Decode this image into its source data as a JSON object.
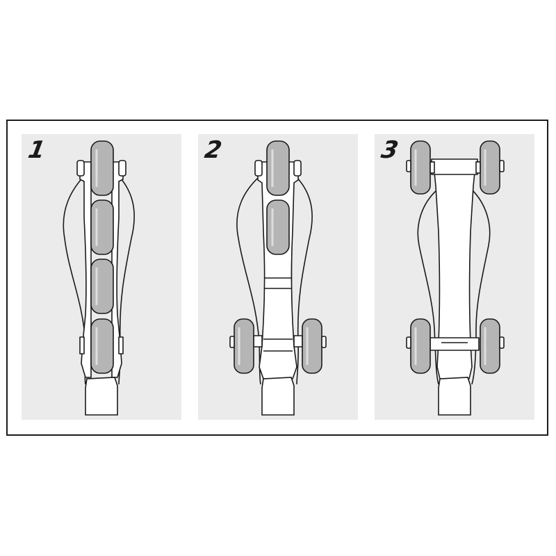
{
  "steps": [
    {
      "number": "1",
      "config": "inline-4-wheels"
    },
    {
      "number": "2",
      "config": "hybrid-2-inline-2-side"
    },
    {
      "number": "3",
      "config": "quad-4-wheels"
    }
  ],
  "colors": {
    "frame_border": "#1c1c1c",
    "panel_background": "#ebebeb",
    "outline": "#1a1a1a",
    "wheel_fill": "#b5b5b5",
    "wheel_shadow": "#8a8a8a",
    "part_fill": "#ffffff"
  }
}
